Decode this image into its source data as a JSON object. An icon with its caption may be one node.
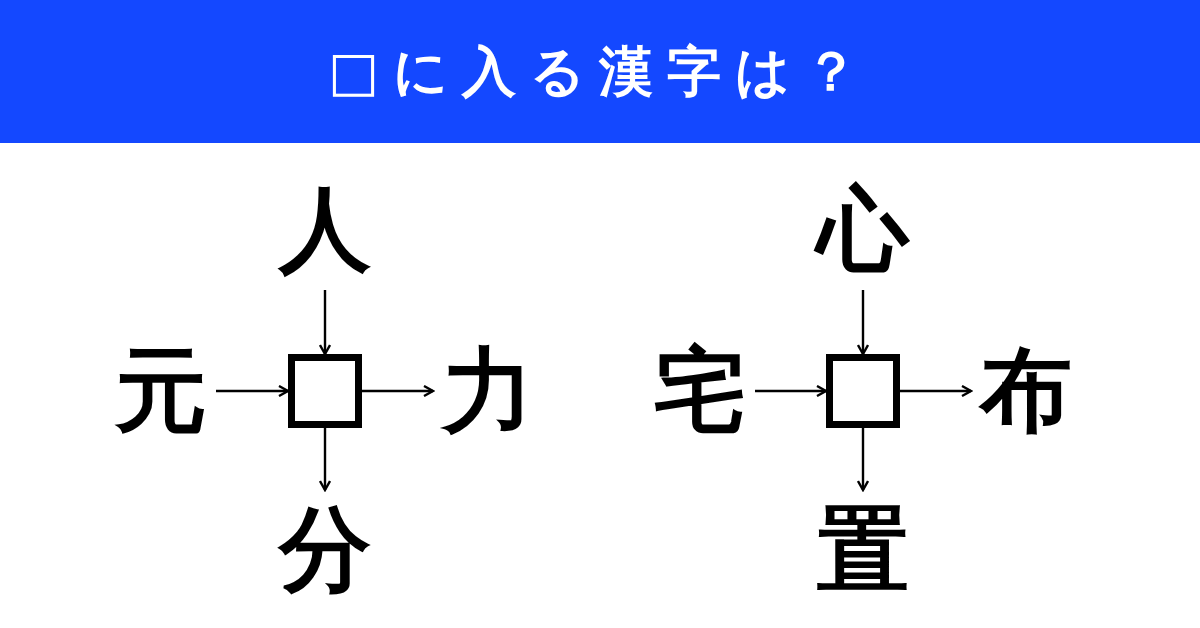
{
  "diagram": {
    "title": "□に入る漢字は？",
    "nodes": [
      {
        "text": [
          "人"
        ]
      },
      {
        "text": [
          "元"
        ]
      },
      {
        "text": [],
        "shape": "box"
      },
      {
        "text": [
          "力"
        ]
      },
      {
        "text": [
          "分"
        ]
      },
      {
        "text": [
          "心"
        ]
      },
      {
        "text": [
          "宅"
        ]
      },
      {
        "text": [],
        "shape": "box"
      },
      {
        "text": [
          "布"
        ]
      },
      {
        "text": [
          "置"
        ]
      }
    ],
    "edges": [
      {
        "from": 0,
        "to": 2,
        "arrow": "to"
      },
      {
        "from": 1,
        "to": 2,
        "arrow": "to"
      },
      {
        "from": 2,
        "to": 3,
        "arrow": "to"
      },
      {
        "from": 2,
        "to": 4,
        "arrow": "to"
      },
      {
        "from": 5,
        "to": 7,
        "arrow": "to"
      },
      {
        "from": 6,
        "to": 7,
        "arrow": "to"
      },
      {
        "from": 7,
        "to": 8,
        "arrow": "to"
      },
      {
        "from": 7,
        "to": 9,
        "arrow": "to"
      }
    ]
  }
}
